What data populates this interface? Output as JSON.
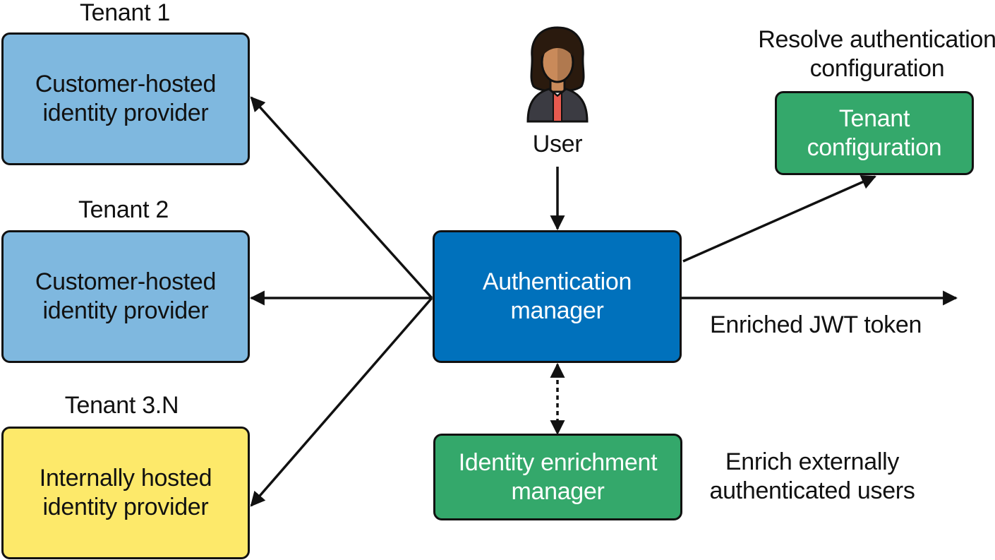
{
  "tenants": [
    {
      "label": "Tenant 1",
      "provider": "Customer-hosted\nidentity provider"
    },
    {
      "label": "Tenant 2",
      "provider": "Customer-hosted\nidentity provider"
    },
    {
      "label": "Tenant 3.N",
      "provider": "Internally hosted\nidentity provider"
    }
  ],
  "user": {
    "label": "User"
  },
  "auth_manager": {
    "label": "Authentication\nmanager"
  },
  "tenant_config": {
    "label": "Tenant\nconfiguration",
    "caption": "Resolve authentication\nconfiguration"
  },
  "enrichment_manager": {
    "label": "Identity enrichment\nmanager",
    "caption": "Enrich externally\nauthenticated users"
  },
  "output": {
    "label": "Enriched JWT token"
  },
  "colors": {
    "customer_provider": "#7fb8df",
    "internal_provider": "#fde96a",
    "auth_manager": "#0071bc",
    "green_box": "#34a86b",
    "stroke": "#111111",
    "skin": "#c98a5a",
    "hair": "#2a1a0e",
    "jacket": "#3b3b42",
    "shirt": "#e85a4f"
  },
  "icons": {
    "user": "person-icon"
  }
}
